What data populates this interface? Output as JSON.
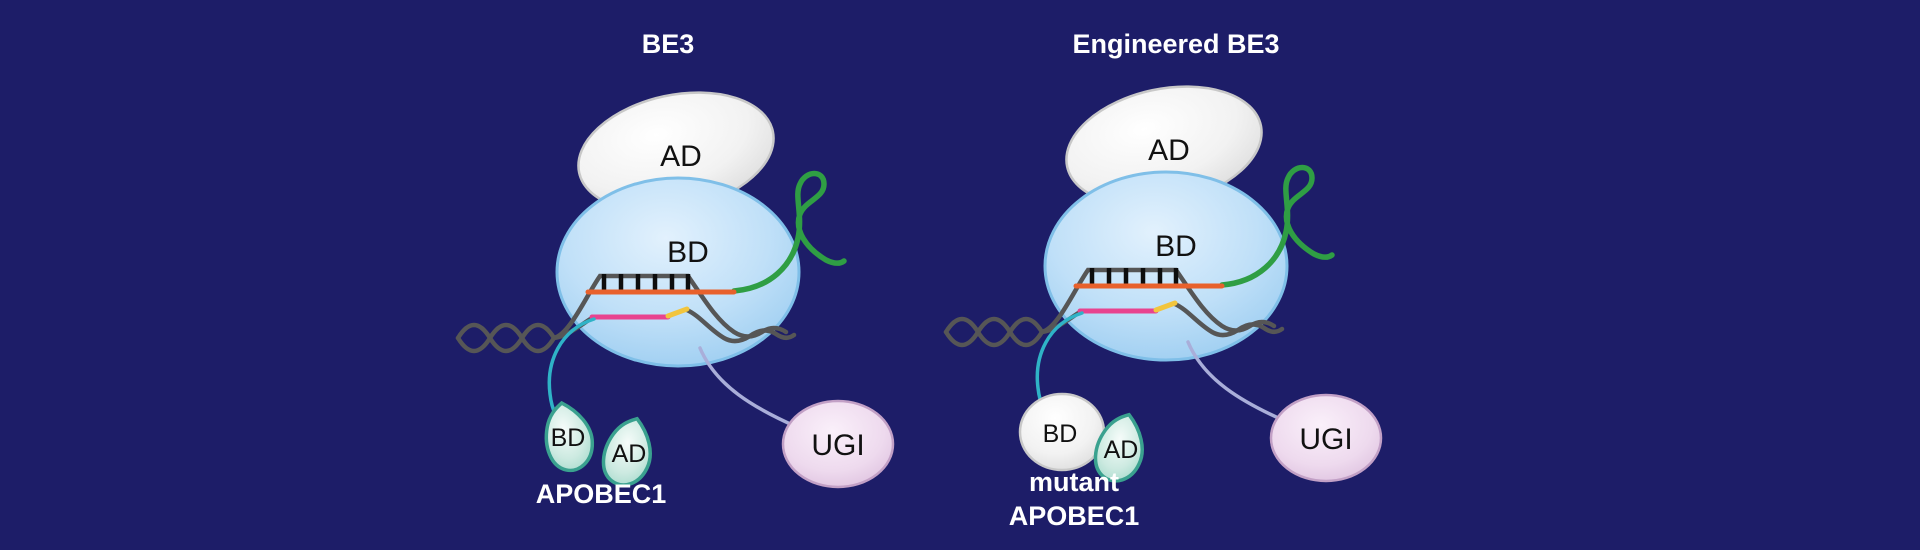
{
  "figure": {
    "left": {
      "title": "BE3",
      "cas9_ad_label": "AD",
      "cas9_bd_label": "BD",
      "apobec_bd_label": "BD",
      "apobec_ad_label": "AD",
      "apobec_name": "APOBEC1",
      "ugi_label": "UGI"
    },
    "right": {
      "title": "Engineered BE3",
      "cas9_ad_label": "AD",
      "cas9_bd_label": "BD",
      "apobec_bd_label": "BD",
      "apobec_ad_label": "AD",
      "apobec_name_line1": "mutant",
      "apobec_name_line2": "APOBEC1",
      "ugi_label": "UGI"
    }
  },
  "colors": {
    "background": "#1d1d68",
    "sgrna_green": "#2f9e44",
    "target_strand_orange": "#e8612c",
    "deamination_site_pink": "#e8438f",
    "pam_yellow": "#f2c53d",
    "dna_gray": "#565656",
    "apobec_linker_teal": "#2fb3c7",
    "ugi_linker_lavender": "#a9aed9",
    "cas9_fill_blue": "#aed5f4",
    "ad_fill_gray": "#ececec",
    "apobec_petal_teal": "#9fd8c9",
    "ugi_fill_pink": "#e7cde7",
    "label_dark": "#111111",
    "title_white": "#ffffff"
  }
}
